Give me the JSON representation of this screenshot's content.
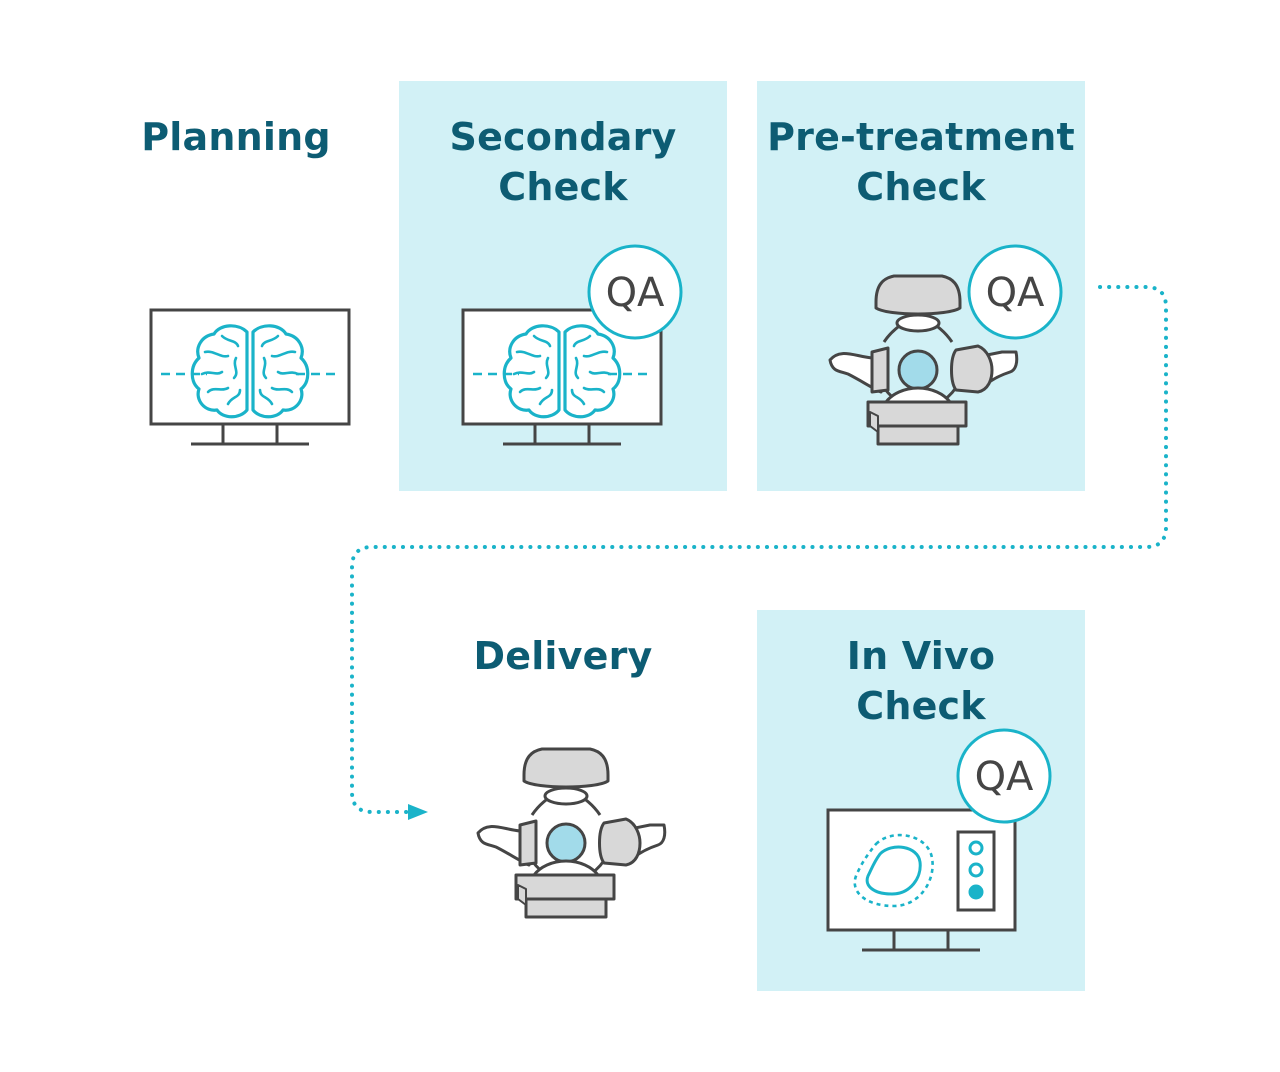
{
  "colors": {
    "panel": "#d2f1f6",
    "title": "#0d5c73",
    "accent": "#1ab3c9",
    "outline": "#454545",
    "gray_fill": "#d8d8d8",
    "bulb_fill": "#a2dbea"
  },
  "steps": [
    {
      "id": "planning",
      "lines": [
        "Planning"
      ],
      "highlighted": false,
      "icon": "monitor-brain-icon"
    },
    {
      "id": "secondary",
      "lines": [
        "Secondary",
        "Check"
      ],
      "highlighted": true,
      "icon": "monitor-brain-icon",
      "badge": "QA"
    },
    {
      "id": "pretreatment",
      "lines": [
        "Pre-treatment",
        "Check"
      ],
      "highlighted": true,
      "icon": "radiotherapy-machine-icon",
      "badge": "QA"
    },
    {
      "id": "delivery",
      "lines": [
        "Delivery"
      ],
      "highlighted": false,
      "icon": "radiotherapy-machine-icon"
    },
    {
      "id": "invivo",
      "lines": [
        "In Vivo",
        "Check"
      ],
      "highlighted": true,
      "icon": "monitor-contour-icon",
      "badge": "QA"
    }
  ],
  "connector": {
    "style": "dotted",
    "from": "pretreatment",
    "to": "delivery"
  }
}
